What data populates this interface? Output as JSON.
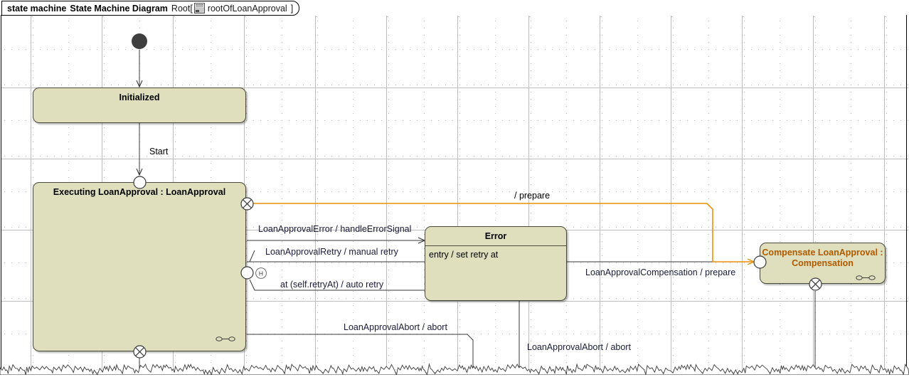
{
  "header": {
    "keyword": "state machine",
    "kind": "State Machine Diagram",
    "root_label": "Root",
    "bracket_open": "[",
    "bracket_close": "]",
    "root_name": "rootOfLoanApproval",
    "icon": "state-machine-icon"
  },
  "colors": {
    "state_fill": "#dfdfbd",
    "state_border": "#4a4a3a",
    "accent_orange": "#e8900c",
    "accent_text": "#b05a00",
    "label_text": "#1b1b3a",
    "grid_dot": "#b9b9b9",
    "initial_node": "#3f3f3f"
  },
  "states": [
    {
      "id": "initialized",
      "name": "Initialized",
      "title": "Initialized",
      "has_divider": false,
      "body": "",
      "submachine_icon": false
    },
    {
      "id": "executing",
      "name": "Executing LoanApproval : LoanApproval",
      "title": "Executing LoanApproval : LoanApproval",
      "has_divider": false,
      "body": "",
      "submachine_icon": true
    },
    {
      "id": "error",
      "name": "Error",
      "title": "Error",
      "has_divider": true,
      "body": "entry / set retry at",
      "submachine_icon": false
    },
    {
      "id": "compensate",
      "name": "Compensate LoanApproval : Compensation",
      "title_line1": "Compensate LoanApproval :",
      "title_line2": "Compensation",
      "has_divider": false,
      "body": "",
      "submachine_icon": true
    }
  ],
  "pseudostates": {
    "initial_node": "initial-pseudostate",
    "history": "H",
    "entry_point": "entry-point",
    "exit_point": "exit-point"
  },
  "transitions": [
    {
      "id": "start",
      "label": "Start",
      "style": "plain"
    },
    {
      "id": "prepare",
      "label": "/ prepare",
      "style": "plain"
    },
    {
      "id": "error-signal",
      "label": "LoanApprovalError / handleErrorSignal",
      "style": "label"
    },
    {
      "id": "manual-retry",
      "label": "LoanApprovalRetry / manual retry",
      "style": "label"
    },
    {
      "id": "auto-retry",
      "label": "at (self.retryAt) / auto retry",
      "style": "label"
    },
    {
      "id": "compensation",
      "label": "LoanApprovalCompensation / prepare",
      "style": "label"
    },
    {
      "id": "abort-left",
      "label": "LoanApprovalAbort / abort",
      "style": "label"
    },
    {
      "id": "abort-right",
      "label": "LoanApprovalAbort / abort",
      "style": "label"
    }
  ]
}
